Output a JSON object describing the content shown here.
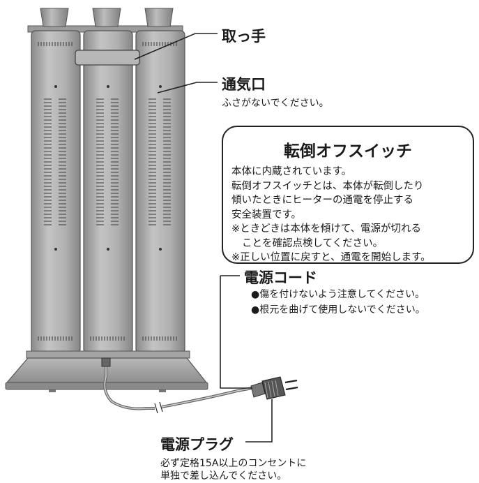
{
  "labels": {
    "handle": {
      "title": "取っ手"
    },
    "vent": {
      "title": "通気口",
      "note": "ふさがないでください。"
    },
    "tip_switch": {
      "title": "転倒オフスイッチ",
      "lines": [
        "本体に内蔵されています。",
        "転倒オフスイッチとは、本体が転倒したり",
        "傾いたときにヒーターの通電を停止する",
        "安全装置です。",
        "※ときどきは本体を傾けて、電源が切れる",
        "ことを確認点検してください。",
        "※正しい位置に戻すと、通電を開始します。"
      ]
    },
    "power_cord": {
      "title": "電源コード",
      "notes": [
        "●傷を付けないよう注意してください。",
        "●根元を曲げて使用しないでください。"
      ]
    },
    "power_plug": {
      "title": "電源プラグ",
      "notes": [
        "必ず定格15A以上のコンセントに",
        "単独で差し込んでください。"
      ]
    }
  },
  "colors": {
    "body_gray": "#a9a9a9",
    "body_light": "#c9c9c9",
    "body_dark": "#7a7a7a",
    "line": "#222222"
  }
}
